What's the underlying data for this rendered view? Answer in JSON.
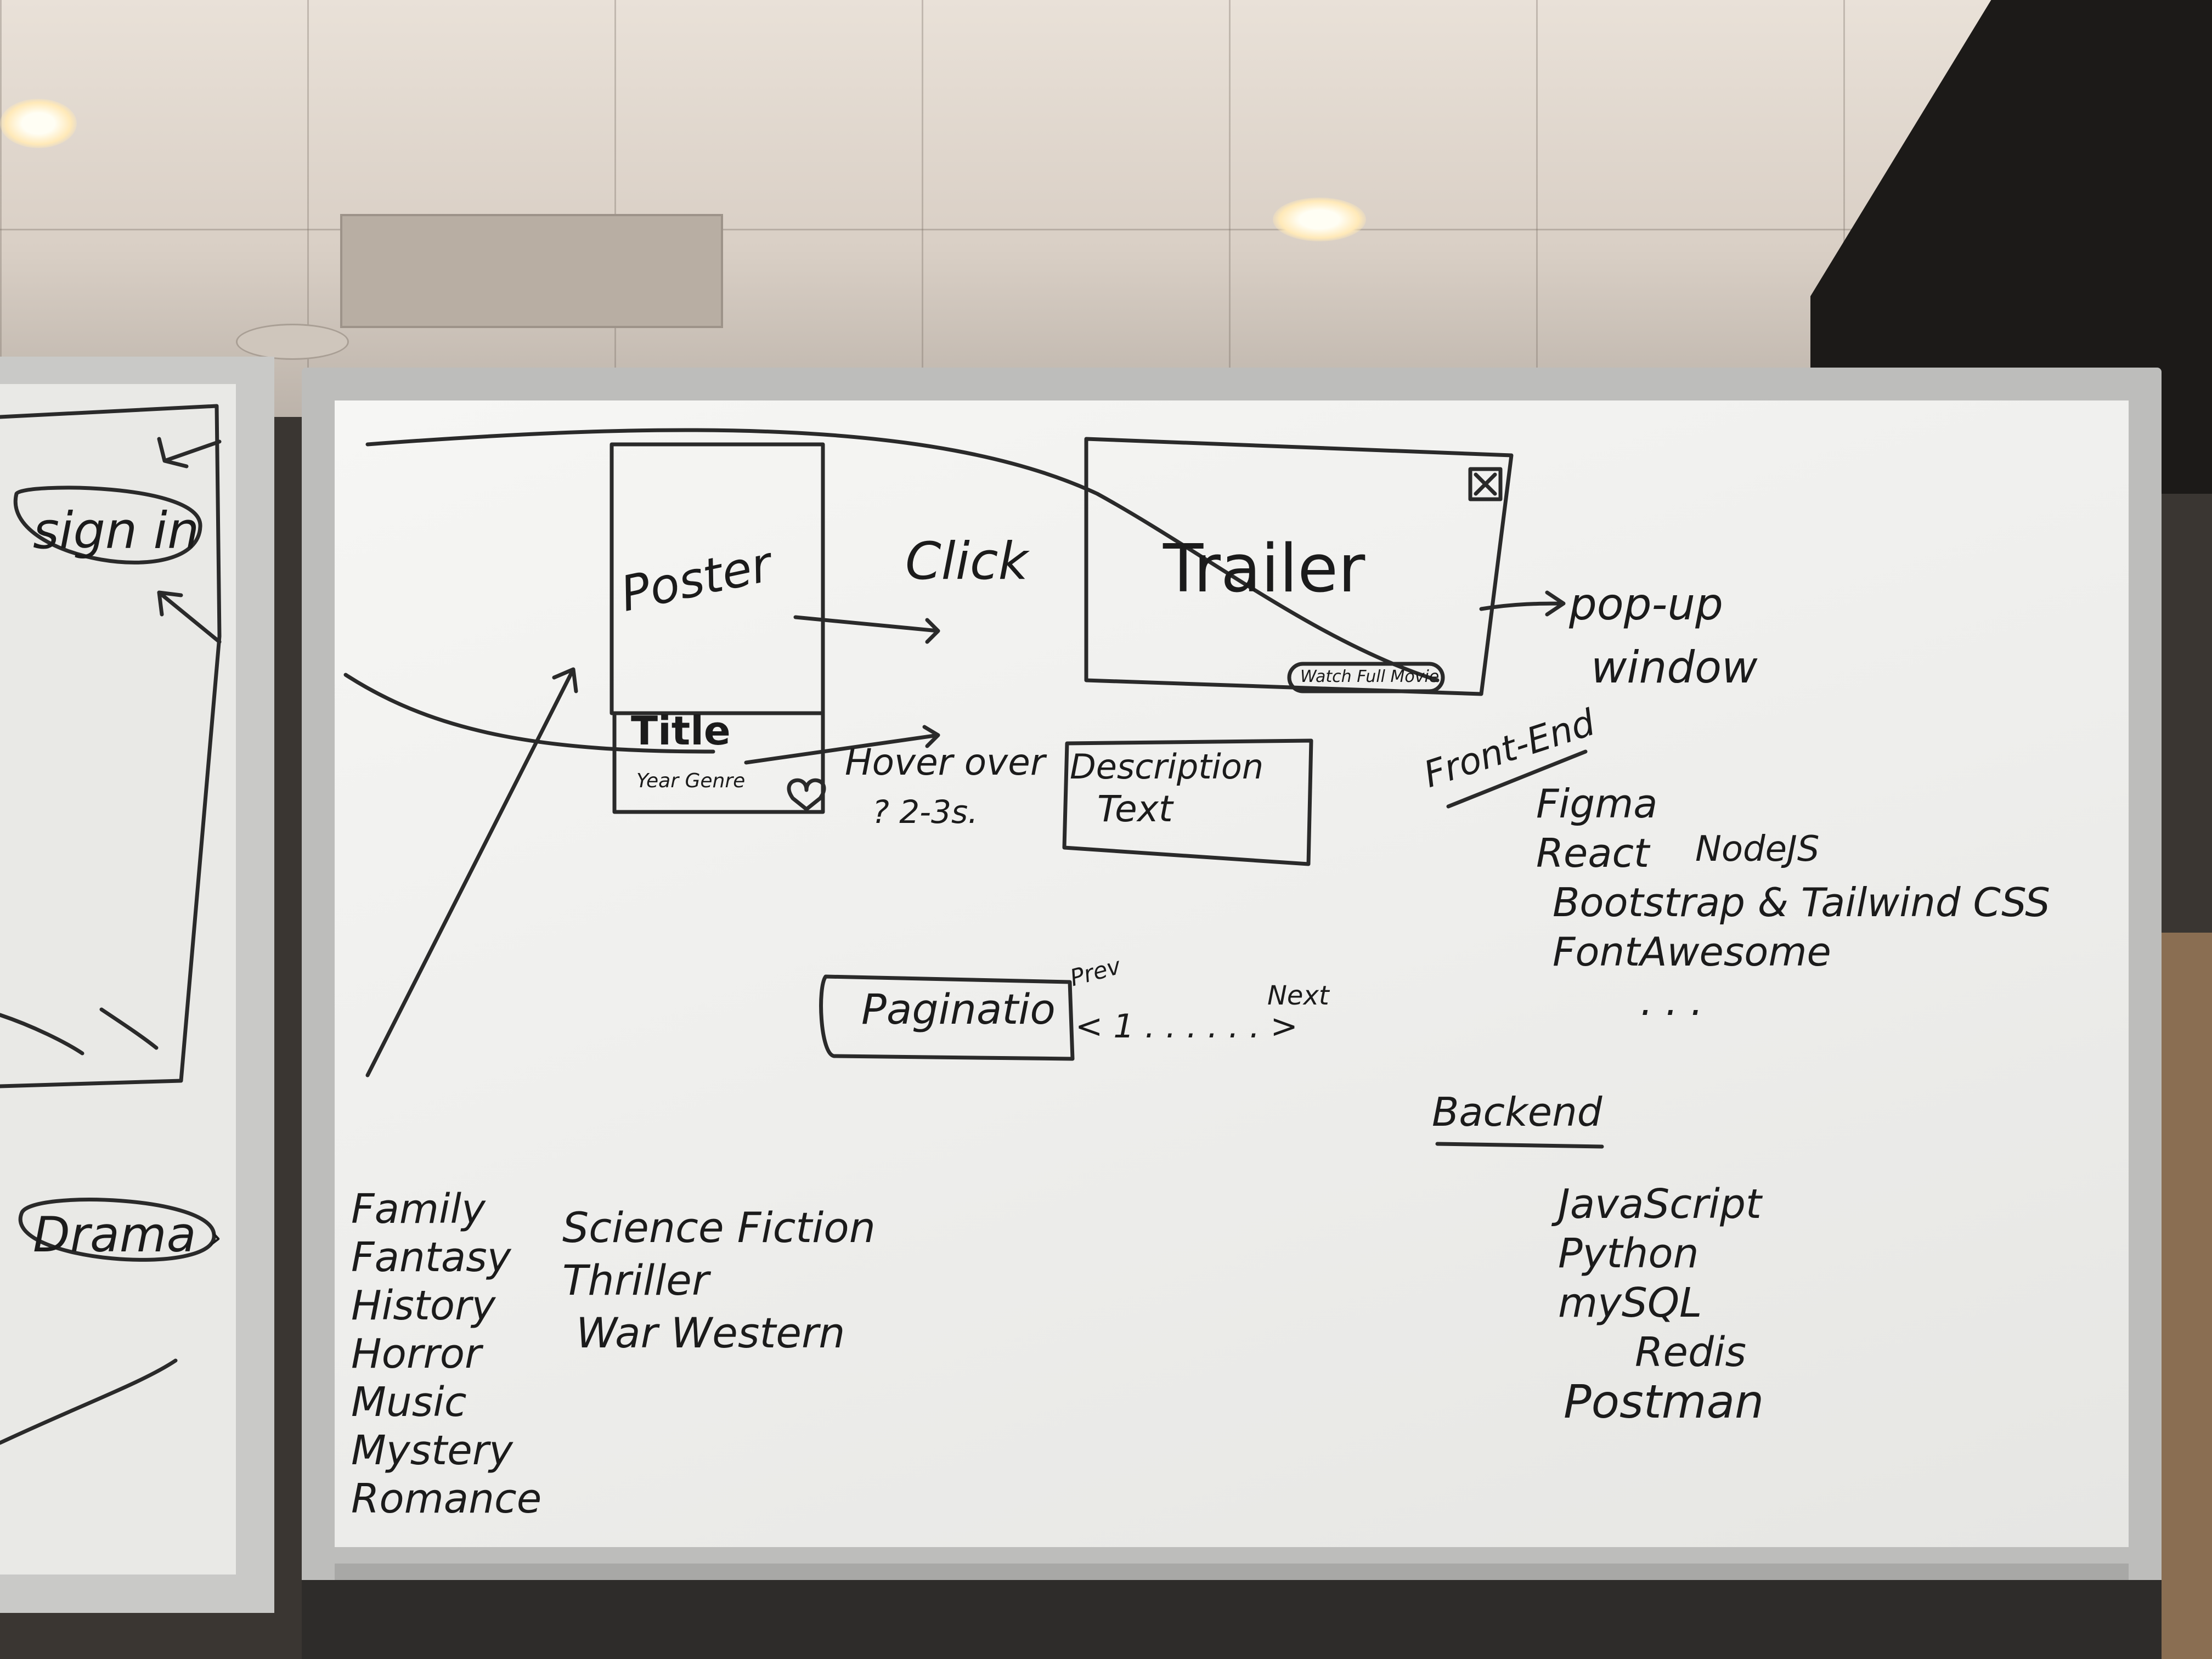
{
  "left_board": {
    "sign_in": "sign in",
    "drama": "Drama"
  },
  "wireframe": {
    "poster": "Poster",
    "title": "Title",
    "meta": "Year Genre",
    "click": "Click",
    "trailer": "Trailer",
    "watch_full_movie": "Watch Full Movie",
    "popup": "pop-up",
    "window": "window",
    "hover": "Hover over",
    "hover_time": "? 2-3s.",
    "description": "Description",
    "text": "Text",
    "pagination": "Paginatio",
    "prev": "Prev",
    "pager": "< 1 . . . . . . >",
    "next": "Next"
  },
  "genres_col1": [
    "Family",
    "Fantasy",
    "History",
    "Horror",
    "Music",
    "Mystery",
    "Romance"
  ],
  "genres_col2": [
    "Science Fiction",
    "Thriller",
    "War Western"
  ],
  "front_end": {
    "heading": "Front-End",
    "items": [
      "Figma",
      "React",
      "Bootstrap & Tailwind CSS",
      "FontAwesome",
      ". . ."
    ],
    "node": "NodeJS"
  },
  "back_end": {
    "heading": "Backend",
    "items": [
      "JavaScript",
      "Python",
      "mySQL",
      "Redis",
      "Postman"
    ]
  },
  "icons": {
    "heart": "heart-icon",
    "close": "close-box-icon"
  }
}
